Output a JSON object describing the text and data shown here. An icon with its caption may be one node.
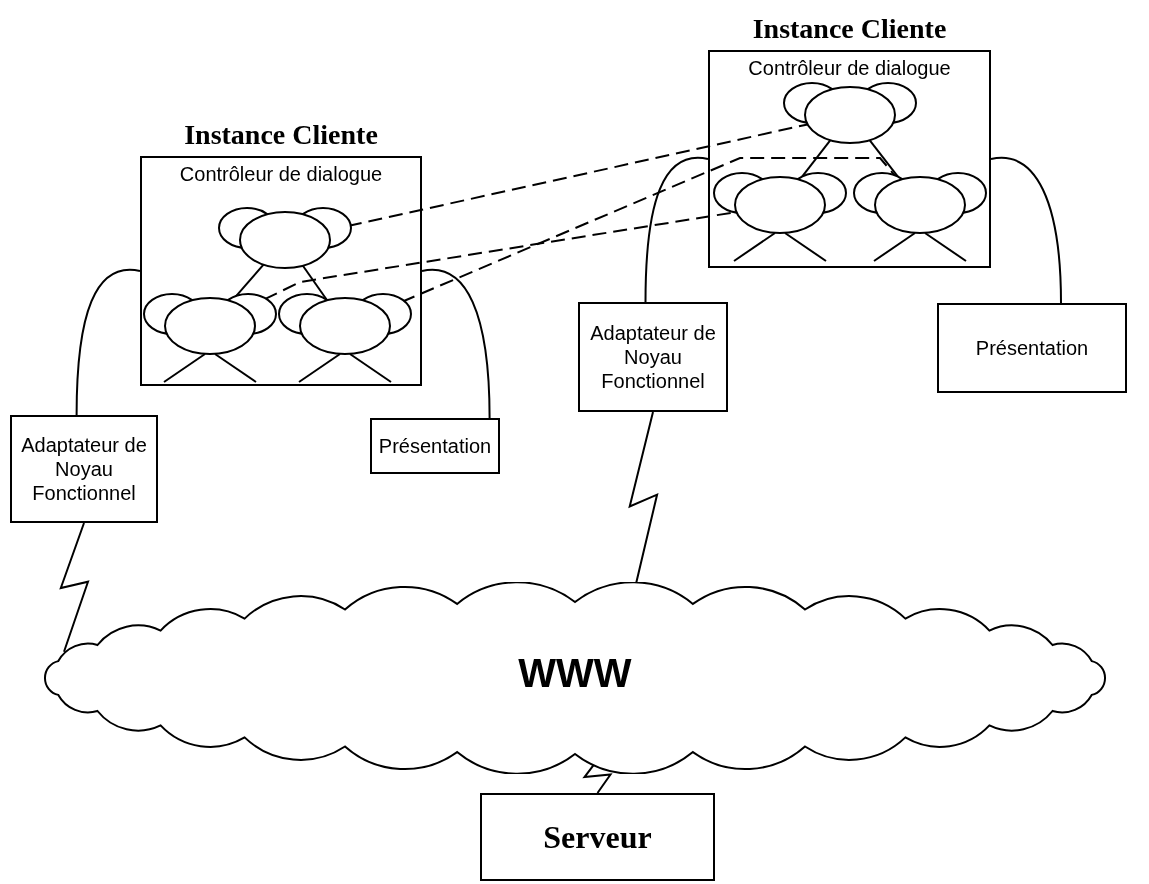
{
  "diagram": {
    "nodes": [
      {
        "text": [
          "Instance Cliente",
          "Contrôleur de dialogue"
        ]
      },
      {
        "text": [],
        "shape": "circle",
        "in": 0
      },
      {
        "text": [],
        "shape": "circle",
        "in": 0
      },
      {
        "text": [],
        "shape": "circle",
        "in": 0
      },
      {
        "text": [
          "Adaptateur de Noyau Fonctionnel"
        ]
      },
      {
        "text": [
          "Présentation"
        ]
      },
      {
        "text": [
          "Instance Cliente",
          "Contrôleur de dialogue"
        ]
      },
      {
        "text": [],
        "shape": "circle",
        "in": 6
      },
      {
        "text": [],
        "shape": "circle",
        "in": 6
      },
      {
        "text": [],
        "shape": "circle",
        "in": 6
      },
      {
        "text": [
          "Adaptateur de Noyau Fonctionnel"
        ]
      },
      {
        "text": [
          "Présentation"
        ]
      },
      {
        "text": [
          "WWW"
        ]
      },
      {
        "text": [
          "Serveur"
        ]
      }
    ],
    "edges": [
      {
        "from": 1,
        "to": 2,
        "arrow": "none"
      },
      {
        "from": 1,
        "to": 3,
        "arrow": "none"
      },
      {
        "from": 0,
        "to": 4,
        "arrow": "none"
      },
      {
        "from": 0,
        "to": 5,
        "arrow": "none"
      },
      {
        "from": 7,
        "to": 8,
        "arrow": "none"
      },
      {
        "from": 7,
        "to": 9,
        "arrow": "none"
      },
      {
        "from": 6,
        "to": 10,
        "arrow": "none"
      },
      {
        "from": 6,
        "to": 11,
        "arrow": "none"
      },
      {
        "from": 1,
        "to": 7,
        "arrow": "none",
        "style": "dashed"
      },
      {
        "from": 2,
        "to": 8,
        "arrow": "none",
        "style": "dashed"
      },
      {
        "from": 3,
        "to": 9,
        "arrow": "none",
        "style": "dashed"
      },
      {
        "from": 4,
        "to": 12,
        "arrow": "none"
      },
      {
        "from": 10,
        "to": 12,
        "arrow": "none"
      },
      {
        "from": 12,
        "to": 13,
        "arrow": "none"
      }
    ]
  }
}
